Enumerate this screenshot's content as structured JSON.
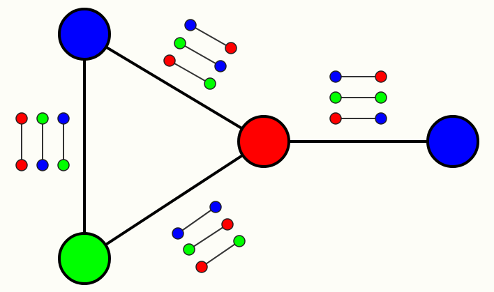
{
  "palette": {
    "red": "#ff0000",
    "green": "#00ff00",
    "blue": "#0000ff",
    "stroke": "#000000",
    "background": "#fdfdf7"
  },
  "graph": {
    "nodes": [
      {
        "id": "top-left",
        "color": "blue"
      },
      {
        "id": "center",
        "color": "red"
      },
      {
        "id": "right",
        "color": "blue"
      },
      {
        "id": "bottom-left",
        "color": "green"
      }
    ],
    "edges": [
      {
        "from": "top-left",
        "to": "center",
        "pairs": [
          [
            "blue",
            "red"
          ],
          [
            "green",
            "blue"
          ],
          [
            "red",
            "green"
          ]
        ]
      },
      {
        "from": "center",
        "to": "right",
        "pairs": [
          [
            "blue",
            "red"
          ],
          [
            "green",
            "green"
          ],
          [
            "red",
            "blue"
          ]
        ]
      },
      {
        "from": "top-left",
        "to": "bottom-left",
        "pairs": [
          [
            "red",
            "red"
          ],
          [
            "green",
            "blue"
          ],
          [
            "blue",
            "green"
          ]
        ]
      },
      {
        "from": "bottom-left",
        "to": "center",
        "pairs": [
          [
            "blue",
            "blue"
          ],
          [
            "red",
            "green"
          ],
          [
            "green",
            "red"
          ]
        ]
      }
    ]
  }
}
